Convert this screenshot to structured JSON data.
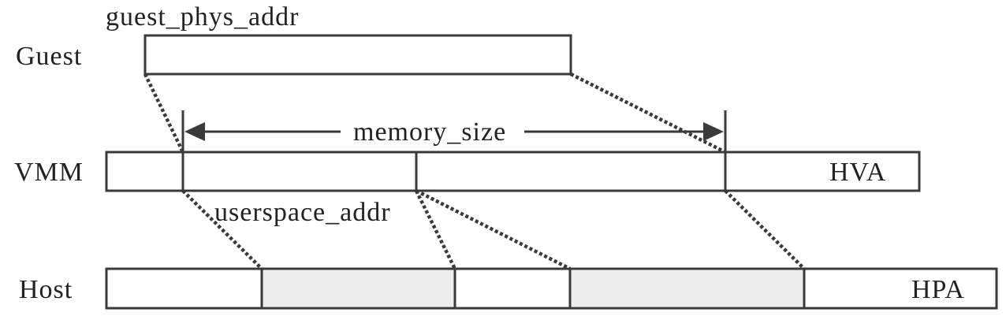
{
  "rows": {
    "guest_label": "Guest",
    "vmm_label": "VMM",
    "host_label": "Host"
  },
  "labels": {
    "guest_phys_addr": "guest_phys_addr",
    "memory_size": "memory_size",
    "userspace_addr": "userspace_addr",
    "hva": "HVA",
    "hpa": "HPA"
  },
  "colors": {
    "stroke": "#3a3a3a",
    "shaded_fill": "#ededed",
    "background": "#ffffff"
  }
}
